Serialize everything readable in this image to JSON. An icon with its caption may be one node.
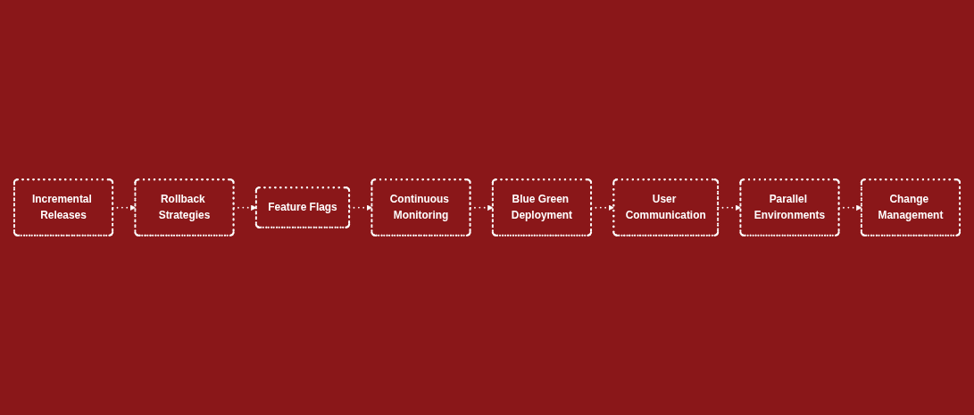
{
  "diagram": {
    "nodes": [
      {
        "text": [
          "Incremental Releases"
        ]
      },
      {
        "text": [
          "Feature Flags"
        ]
      },
      {
        "text": [
          "Blue Green Deployment"
        ]
      },
      {
        "text": [
          "Parallel Environments"
        ]
      },
      {
        "text": [
          "Rollback Strategies"
        ]
      },
      {
        "text": [
          "Continuous Monitoring"
        ]
      },
      {
        "text": [
          "User Communication"
        ]
      },
      {
        "text": [
          "Change Management"
        ]
      }
    ],
    "edges": [
      {
        "from": 0,
        "to": 4,
        "arrow": "to"
      },
      {
        "from": 4,
        "to": 1,
        "arrow": "to"
      },
      {
        "from": 1,
        "to": 5,
        "arrow": "to"
      },
      {
        "from": 5,
        "to": 2,
        "arrow": "to"
      },
      {
        "from": 2,
        "to": 6,
        "arrow": "to"
      },
      {
        "from": 6,
        "to": 3,
        "arrow": "to"
      },
      {
        "from": 3,
        "to": 7,
        "arrow": "to"
      }
    ]
  }
}
